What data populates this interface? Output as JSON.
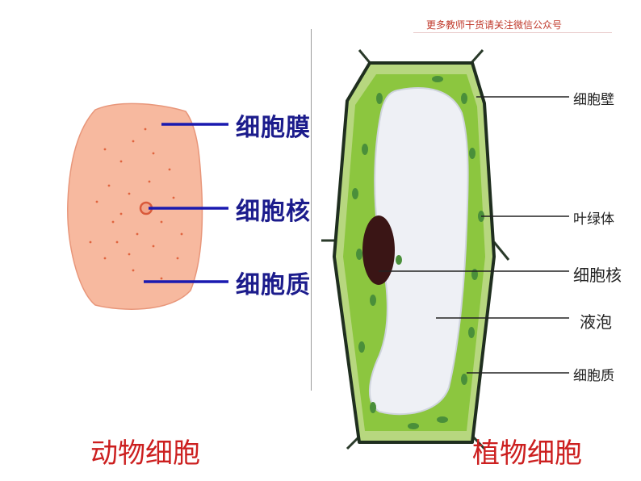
{
  "watermark": "更多教师干货请关注微信公众号",
  "animal": {
    "labels": {
      "membrane": "细胞膜",
      "nucleus": "细胞核",
      "cytoplasm": "细胞质"
    },
    "caption": "动物细胞"
  },
  "plant": {
    "labels": {
      "wall": "细胞壁",
      "chloroplast": "叶绿体",
      "nucleus": "细胞核",
      "vacuole": "液泡",
      "cytoplasm": "细胞质"
    },
    "caption": "植物细胞"
  },
  "colors": {
    "animal_cell": "#f7b99f",
    "animal_outline": "#e8967a",
    "leader_line_animal": "#1a1ab0",
    "plant_wall": "#a9cc6a",
    "plant_cytoplasm": "#8cc63f",
    "chloroplast": "#4a8f3a",
    "vacuole": "#eef0f5",
    "nucleus_plant": "#3a1515",
    "caption": "#cc1f1f"
  }
}
